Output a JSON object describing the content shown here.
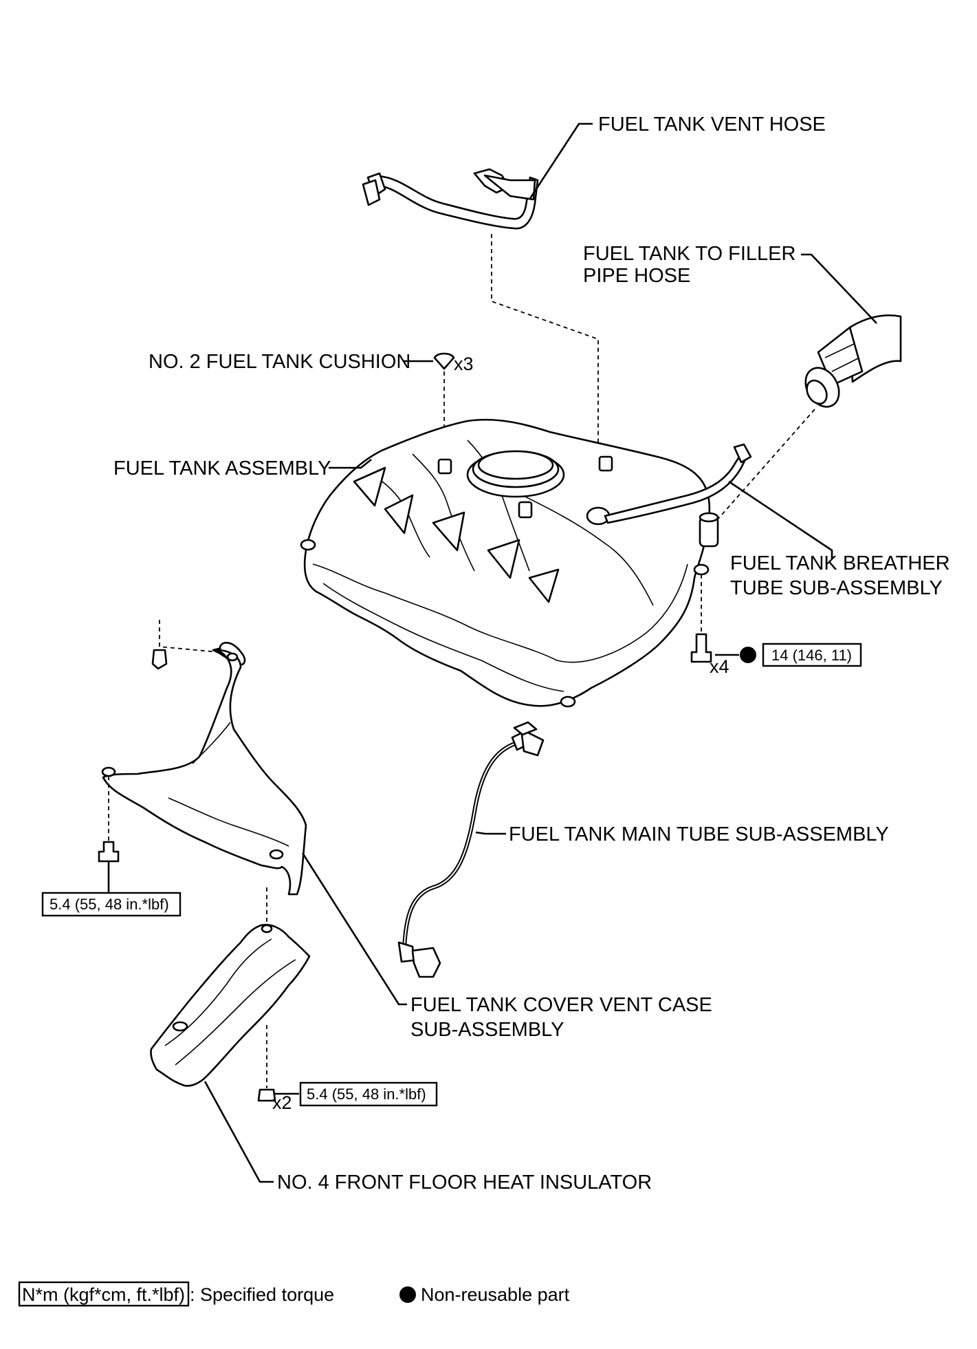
{
  "labels": {
    "vent_hose": "FUEL TANK VENT HOSE",
    "filler_hose_1": "FUEL TANK TO FILLER",
    "filler_hose_2": "PIPE HOSE",
    "cushion": "NO. 2 FUEL TANK CUSHION",
    "cushion_qty": "x3",
    "tank_assembly": "FUEL TANK ASSEMBLY",
    "breather_1": "FUEL TANK BREATHER",
    "breather_2": "TUBE SUB-ASSEMBLY",
    "main_tube": "FUEL TANK MAIN TUBE SUB-ASSEMBLY",
    "vent_case_1": "FUEL TANK COVER VENT CASE",
    "vent_case_2": "SUB-ASSEMBLY",
    "insulator": "NO. 4 FRONT FLOOR HEAT INSULATOR"
  },
  "torques": {
    "tank_bolt": "14 (146, 11)",
    "tank_bolt_qty": "x4",
    "vent_case_bolt": "5.4 (55, 48 in.*lbf)",
    "insulator_nut": "5.4 (55, 48 in.*lbf)",
    "insulator_nut_qty": "x2"
  },
  "legend": {
    "torque_unit": "N*m (kgf*cm, ft.*lbf)",
    "torque_desc": ": Specified torque",
    "nonreusable": "Non-reusable part"
  }
}
